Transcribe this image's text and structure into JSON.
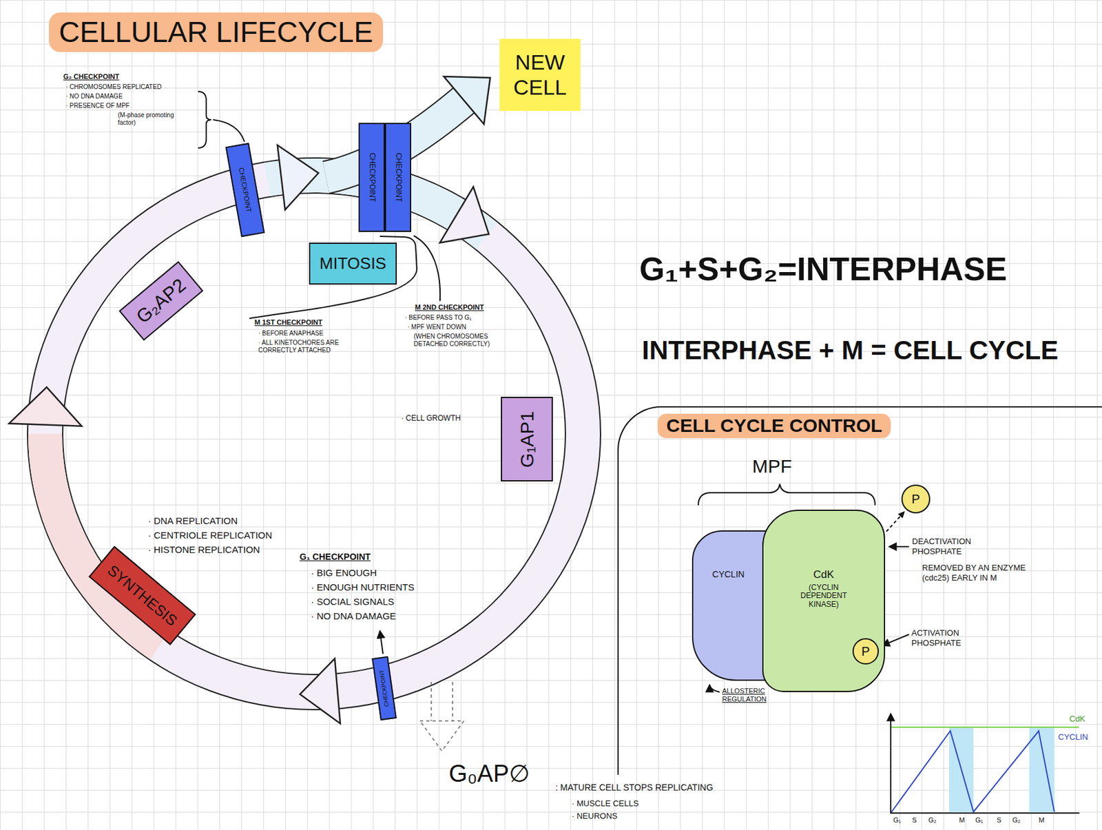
{
  "diagram": {
    "title": "CELLULAR LIFECYCLE",
    "nodes": [
      {
        "text": [
          "NEW CELL"
        ]
      },
      {
        "text": [
          "CHECKPOINT"
        ]
      },
      {
        "text": [
          "CHECKPOINT"
        ]
      },
      {
        "text": [
          "CHECKPOINT"
        ]
      },
      {
        "text": [
          "MITOSIS"
        ]
      },
      {
        "text": [
          "G₂AP2"
        ]
      },
      {
        "text": [
          "G₁AP1"
        ]
      },
      {
        "text": [
          "SYNTHESIS"
        ]
      },
      {
        "text": [
          "CHECKPOINT"
        ]
      },
      {
        "text": [
          "CELL CYCLE CONTROL"
        ]
      },
      {
        "text": [
          "CYCLIN"
        ],
        "in": 9
      },
      {
        "text": [
          "CdK",
          "(CYCLIN DEPENDENT KINASE)"
        ],
        "in": 9
      },
      {
        "text": [
          "P"
        ],
        "in": 9
      },
      {
        "text": [
          "P"
        ],
        "in": 9
      }
    ],
    "edges": [
      {
        "from": 11,
        "to": 12,
        "arrow": "to"
      }
    ],
    "labels": [
      "G₂ CHECKPOINT",
      "· CHROMOSOMES REPLICATED",
      "· NO DNA DAMAGE",
      "· PRESENCE OF MPF",
      "(M-phase promoting factor)",
      "M 1ST CHECKPOINT",
      "· BEFORE ANAPHASE",
      "· ALL KINETOCHORES ARE CORRECTLY ATTACHED",
      "M 2ND CHECKPOINT",
      "· BEFORE PASS TO G₁",
      "· MPF WENT DOWN",
      "(WHEN CHROMOSOMES DETACHED CORRECTLY)",
      "· CELL GROWTH",
      "· DNA REPLICATION",
      "· CENTRIOLE REPLICATION",
      "· HISTONE REPLICATION",
      "G₁ CHECKPOINT",
      "· BIG ENOUGH",
      "· ENOUGH NUTRIENTS",
      "· SOCIAL SIGNALS",
      "· NO DNA DAMAGE",
      "G₀AP∅",
      ": MATURE CELL STOPS REPLICATING",
      "· MUSCLE CELLS",
      "· NEURONS",
      "G₁+S+G₂=INTERPHASE",
      "INTERPHASE + M = CELL CYCLE",
      "MPF",
      "DEACTIVATION PHOSPHATE",
      "REMOVED BY AN ENZYME (cdc25) EARLY IN M",
      "ACTIVATION PHOSPHATE",
      "ALLOSTERIC REGULATION",
      "CdK",
      "CYCLIN",
      "G₁",
      "S",
      "G₂",
      "M",
      "G₁",
      "S",
      "G₂",
      "M"
    ]
  }
}
